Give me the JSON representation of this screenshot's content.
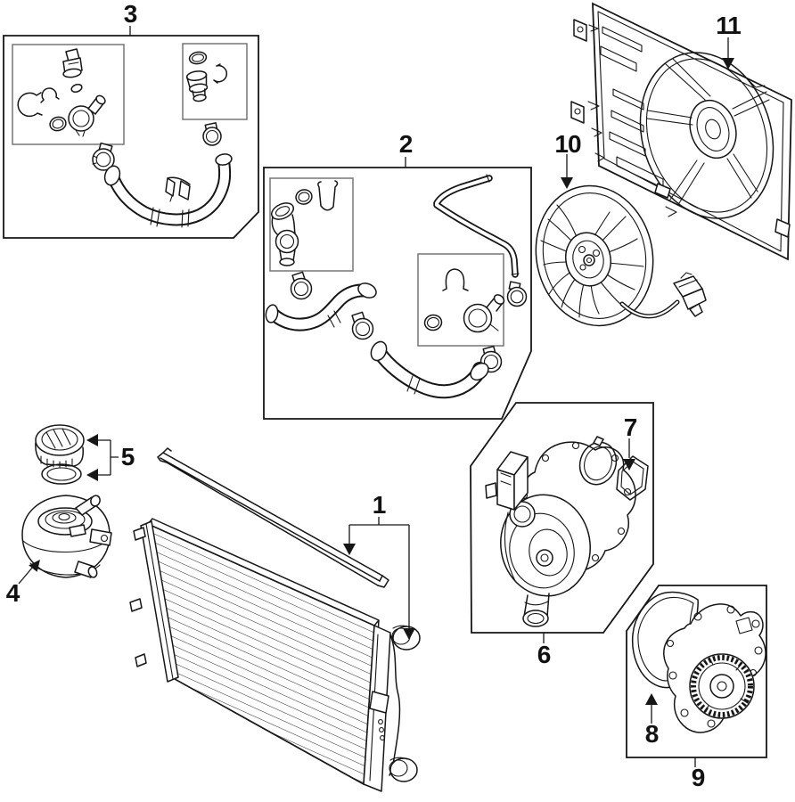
{
  "diagram": {
    "background_color": "#ffffff",
    "line_color": "#161616",
    "secondary_line_color": "#767676",
    "callouts": [
      {
        "label": "1"
      },
      {
        "label": "2"
      },
      {
        "label": "3"
      },
      {
        "label": "4"
      },
      {
        "label": "5"
      },
      {
        "label": "6"
      },
      {
        "label": "7"
      },
      {
        "label": "8"
      },
      {
        "label": "9"
      },
      {
        "label": "10"
      },
      {
        "label": "11"
      }
    ]
  }
}
